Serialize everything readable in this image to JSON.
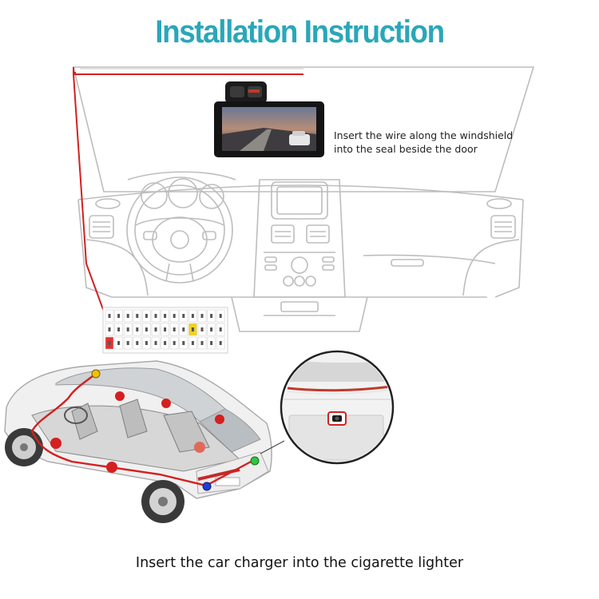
{
  "title": "Installation Instruction",
  "windshield_note": {
    "line1": "Insert the wire along the windshield",
    "line2": "into the seal beside the door"
  },
  "caption": "Insert the car charger into the cigarette lighter",
  "colors": {
    "title": "#2aa7b8",
    "wire": "#d42020",
    "outline": "#bdbdbd",
    "fuse_highlight": "#f2d21b",
    "fuse_red": "#e03131",
    "marker_yellow": "#f2c200",
    "marker_green": "#2cc840",
    "marker_blue": "#1d3fd9"
  }
}
